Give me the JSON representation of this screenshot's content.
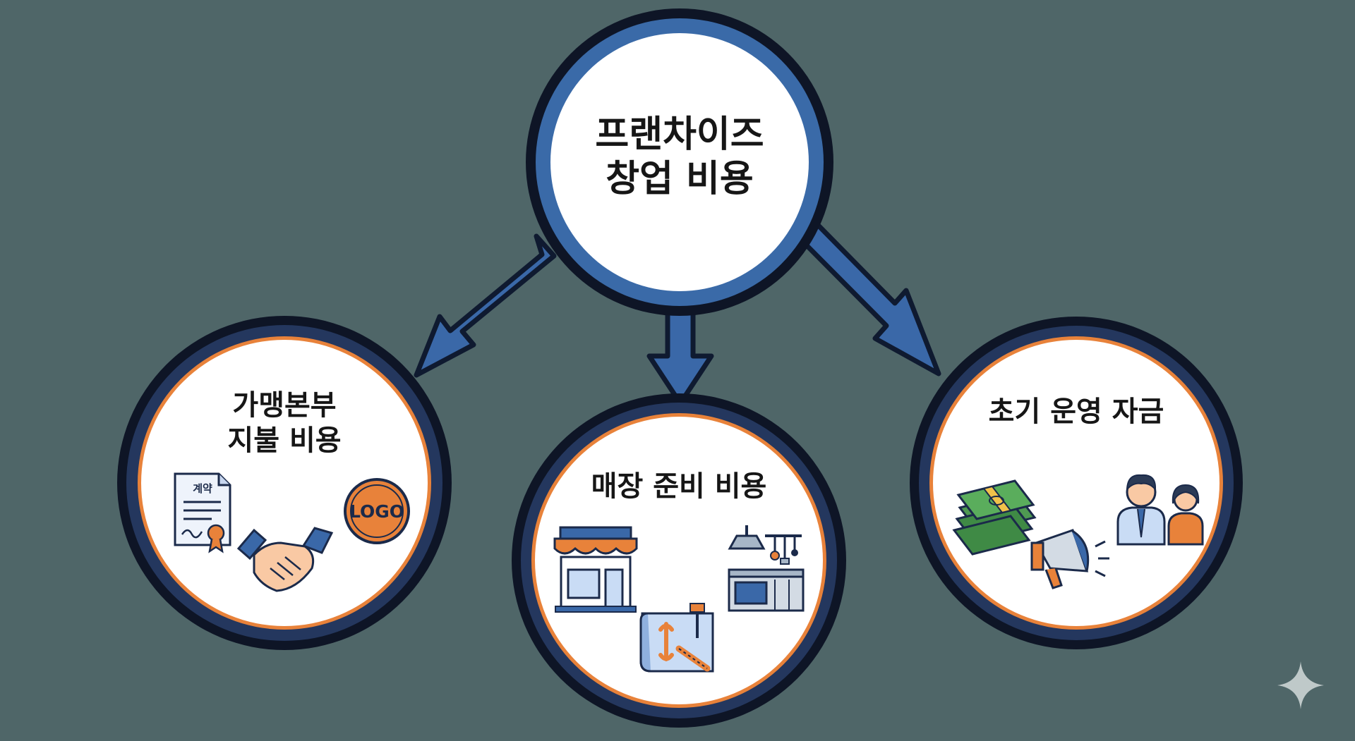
{
  "center": {
    "line1": "프랜차이즈",
    "line2": "창업 비용"
  },
  "nodes": {
    "left": {
      "line1": "가맹본부",
      "line2": "지불 비용",
      "contract_label": "계약",
      "logo_label": "LOGO"
    },
    "middle": {
      "line1": "매장 준비 비용"
    },
    "right": {
      "line1": "초기 운영 자금"
    }
  },
  "colors": {
    "background": "#4f6668",
    "navy": "#1b2a4a",
    "blue_ring": "#3a6aa8",
    "orange_ring": "#e8823a",
    "arrow_fill": "#3a68a8"
  },
  "icons": {
    "left": [
      "contract-document-icon",
      "handshake-icon",
      "logo-badge-icon"
    ],
    "middle": [
      "storefront-icon",
      "kitchen-equipment-icon",
      "blueprint-tools-icon"
    ],
    "right": [
      "money-stack-icon",
      "megaphone-icon",
      "staff-people-icon"
    ],
    "corner": "sparkle-icon"
  }
}
